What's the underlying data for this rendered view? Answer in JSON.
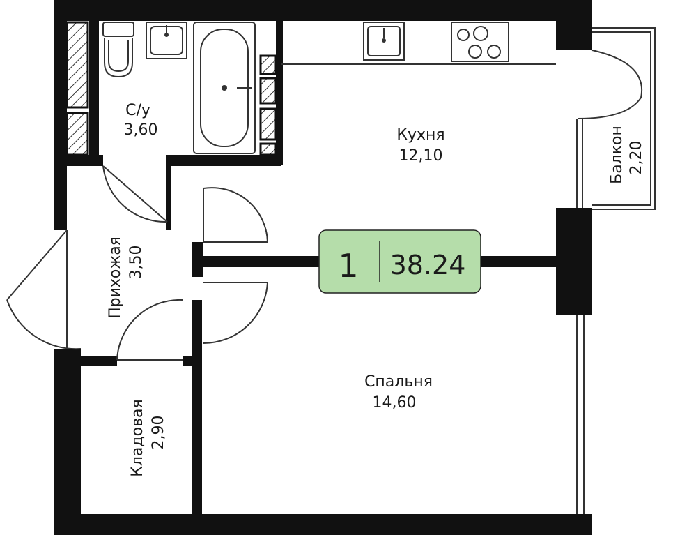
{
  "rooms": {
    "bathroom": {
      "name": "С/у",
      "area": "3,60"
    },
    "kitchen": {
      "name": "Кухня",
      "area": "12,10"
    },
    "balcony": {
      "name": "Балкон",
      "area": "2,20"
    },
    "hallway": {
      "name": "Прихожая",
      "area": "3,50"
    },
    "bedroom": {
      "name": "Спальня",
      "area": "14,60"
    },
    "storage": {
      "name": "Кладовая",
      "area": "2,90"
    }
  },
  "badge": {
    "rooms": "1",
    "total_area": "38.24",
    "fill": "#b5ddaa"
  },
  "colors": {
    "wall": "#111111",
    "line": "#222222"
  }
}
